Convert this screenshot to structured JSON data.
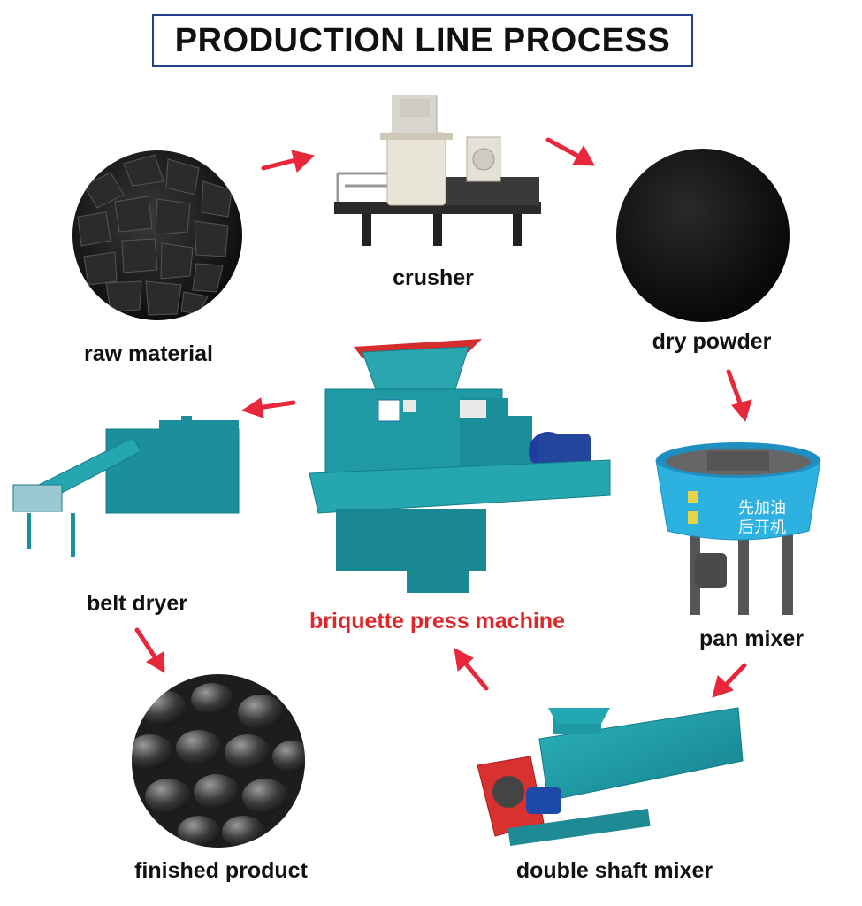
{
  "title": "PRODUCTION LINE PROCESS",
  "steps": {
    "raw_material": "raw material",
    "crusher": "crusher",
    "dry_powder": "dry powder",
    "pan_mixer": "pan mixer",
    "double_shaft_mixer": "double shaft mixer",
    "briquette_press": "briquette press machine",
    "belt_dryer": "belt dryer",
    "finished_product": "finished product"
  },
  "pan_mixer_text": {
    "line1": "先加油",
    "line2": "后开机"
  },
  "colors": {
    "title_border": "#24408a",
    "arrow": "#e8283a",
    "machine_teal": "#1e9aa6",
    "highlight_label": "#e1262a"
  }
}
